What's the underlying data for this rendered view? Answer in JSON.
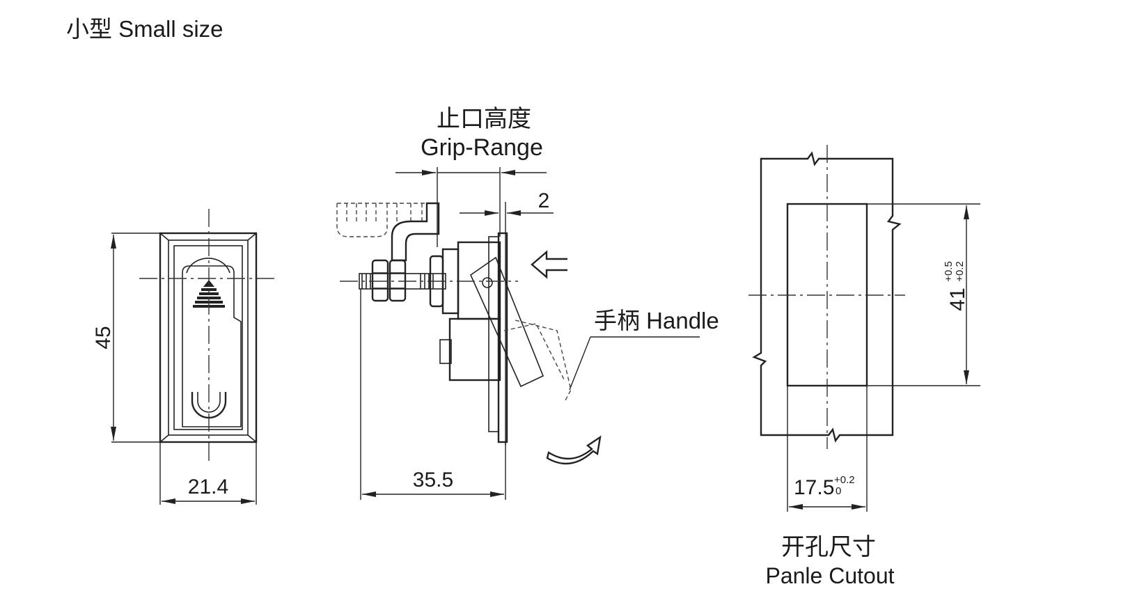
{
  "title": "小型 Small size",
  "front_view": {
    "height_dim": "45",
    "width_dim": "21.4"
  },
  "side_view": {
    "grip_range_cn": "止口高度",
    "grip_range_en": "Grip-Range",
    "plate_dim": "2",
    "depth_dim": "35.5",
    "handle_label": "手柄 Handle"
  },
  "cutout_view": {
    "height_dim": "41",
    "height_tol_upper": "+0.5",
    "height_tol_lower": "+0.2",
    "width_dim": "17.5",
    "width_tol_upper": "+0.2",
    "width_tol_lower": "0",
    "caption_cn": "开孔尺寸",
    "caption_en": "Panle Cutout"
  }
}
